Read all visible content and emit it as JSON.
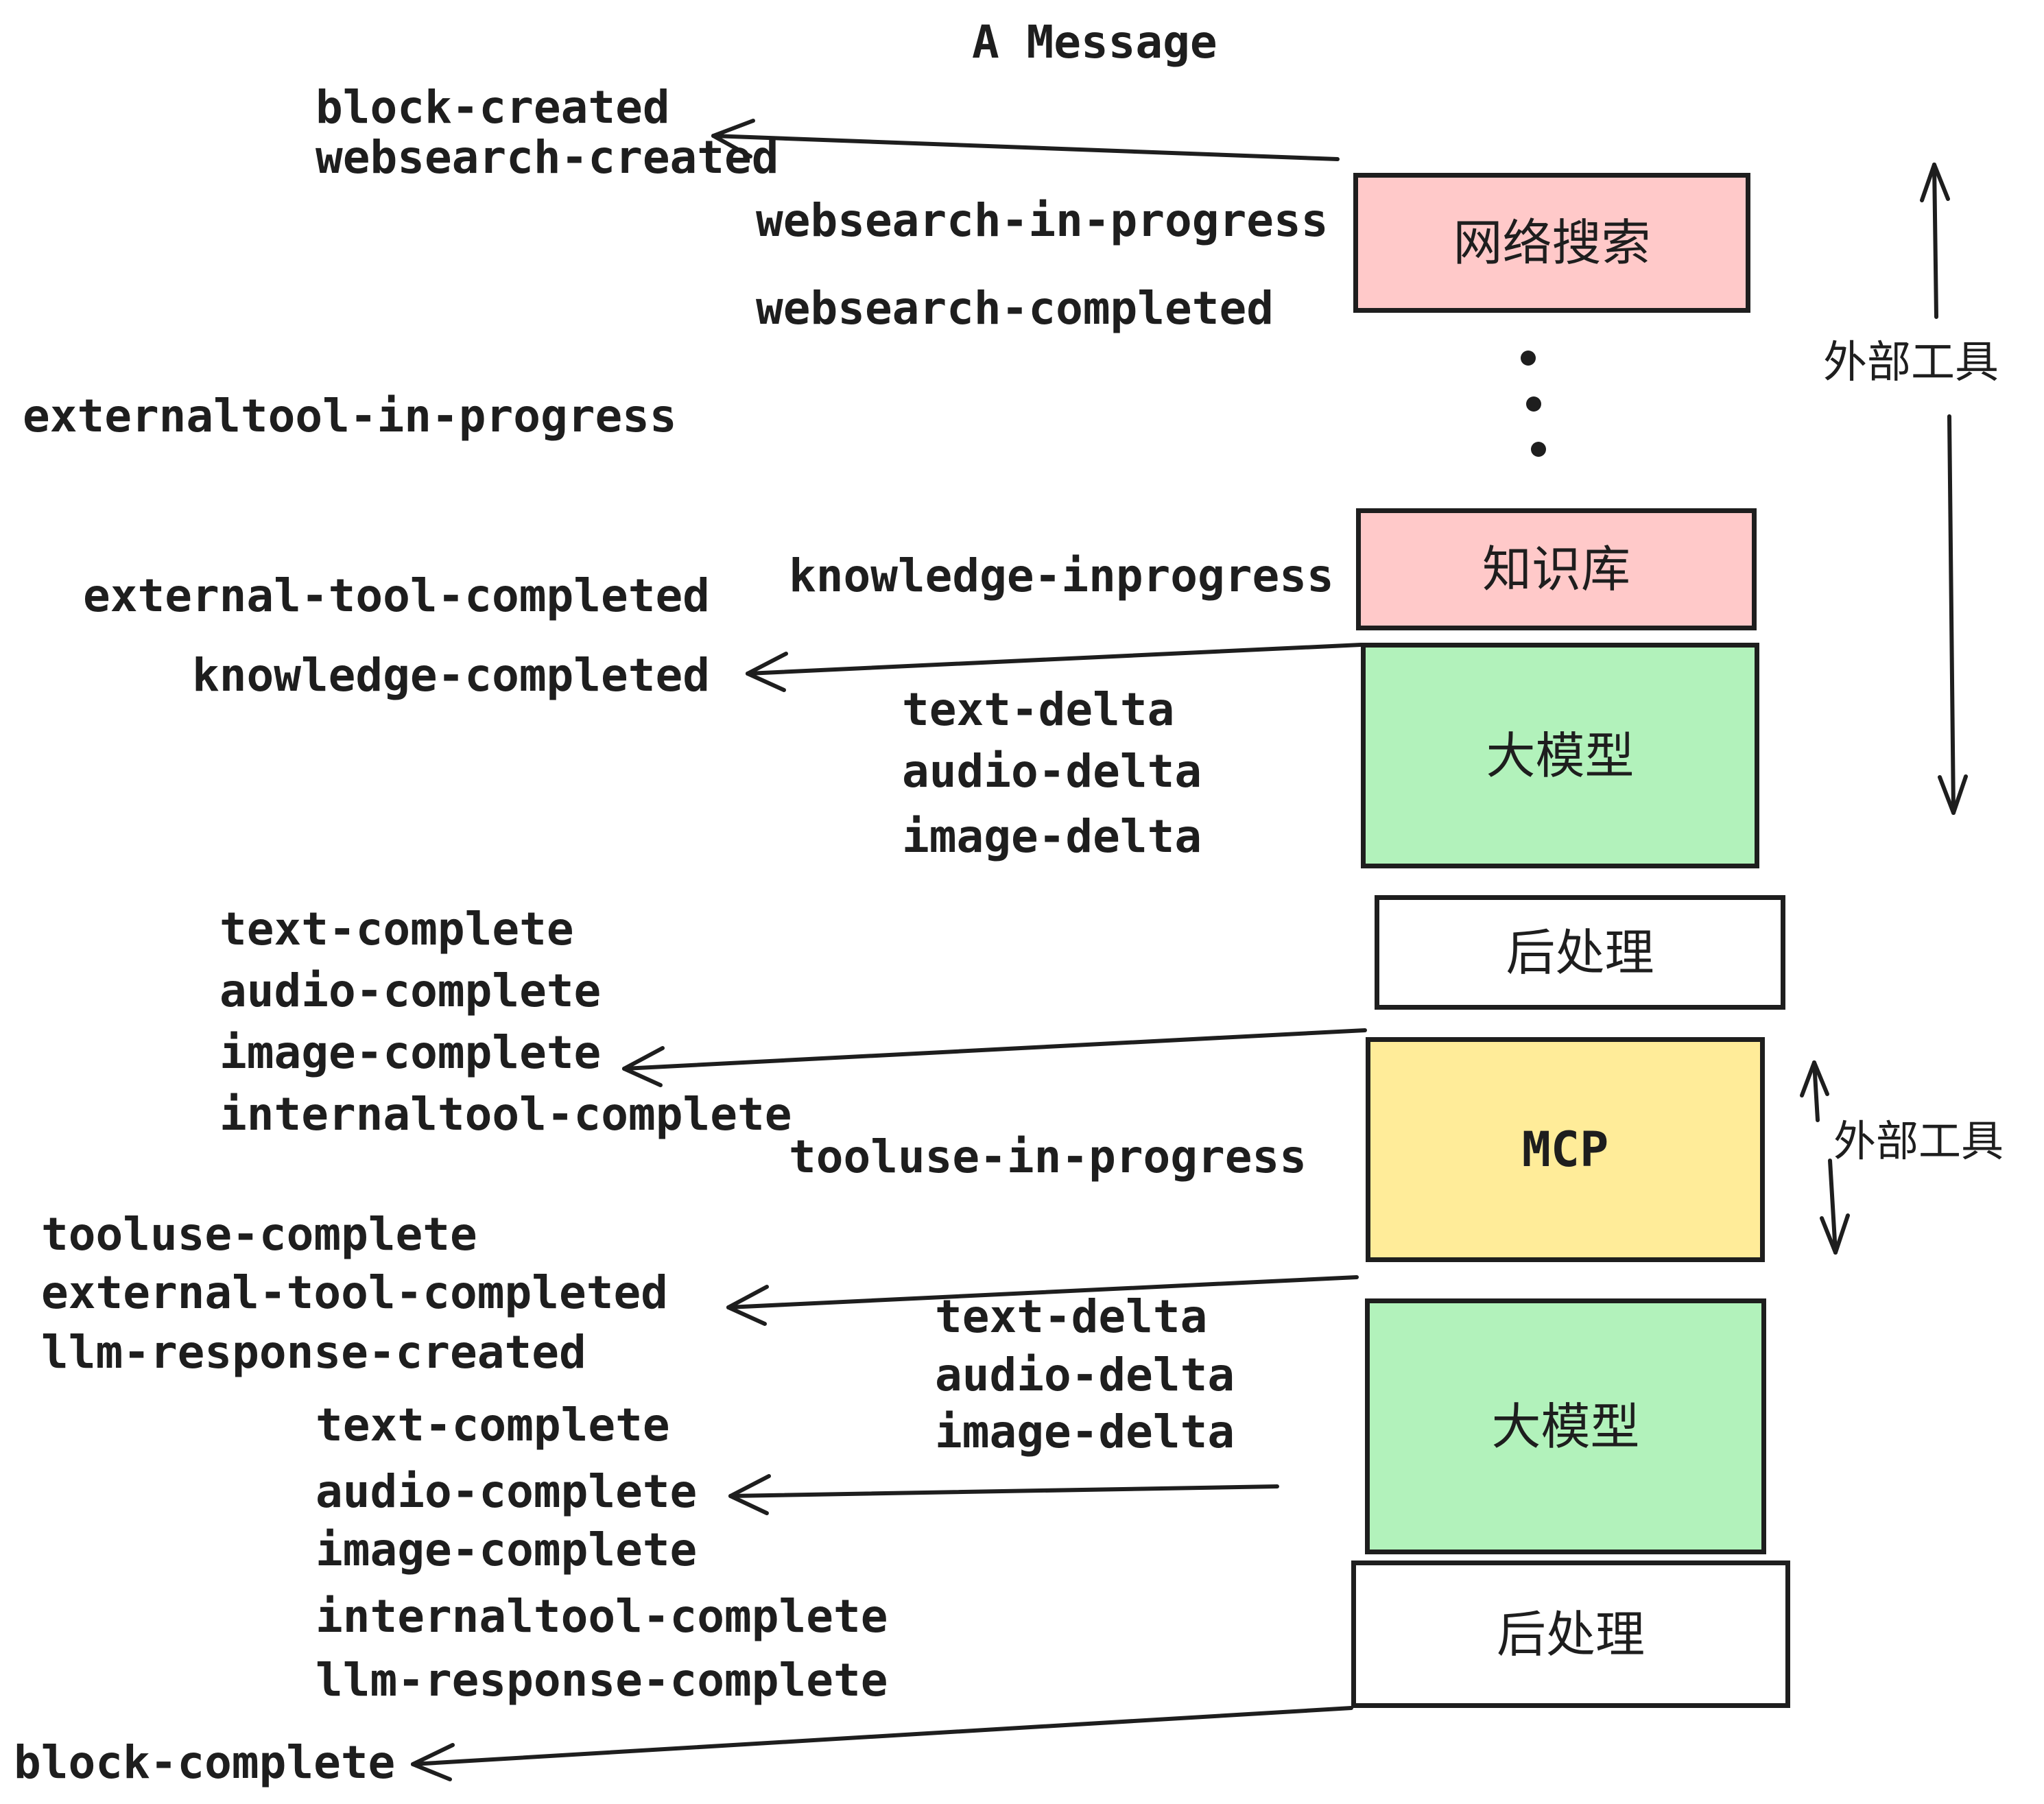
{
  "title": "A Message",
  "colors": {
    "pink": "#ffc9c9",
    "green": "#b2f2bb",
    "yellow": "#ffec99",
    "white": "#ffffff",
    "ink": "#1e1e1e"
  },
  "nodes": {
    "websearch": "网络搜索",
    "knowledge": "知识库",
    "llm": "大模型",
    "postprocess": "后处理",
    "mcp": "MCP"
  },
  "side_labels": {
    "external_tools": "外部工具"
  },
  "icons": {
    "vertical_ellipsis": "vertical-ellipsis-dots",
    "arrow_left": "left-arrow",
    "arrow_up_down": "double-vertical-arrow"
  },
  "events": {
    "block_created": "block-created",
    "websearch_created": "websearch-created",
    "websearch_in_progress": "websearch-in-progress",
    "websearch_completed": "websearch-completed",
    "externaltool_in_progress": "externaltool-in-progress",
    "knowledge_inprogress": "knowledge-inprogress",
    "external_tool_completed": "external-tool-completed",
    "knowledge_completed": "knowledge-completed",
    "text_delta": "text-delta",
    "audio_delta": "audio-delta",
    "image_delta": "image-delta",
    "text_complete": "text-complete",
    "audio_complete": "audio-complete",
    "image_complete": "image-complete",
    "internaltool_complete": "internaltool-complete",
    "tooluse_in_progress": "tooluse-in-progress",
    "tooluse_complete": "tooluse-complete",
    "llm_response_created": "llm-response-created",
    "llm_response_complete": "llm-response-complete",
    "block_complete": "block-complete"
  }
}
